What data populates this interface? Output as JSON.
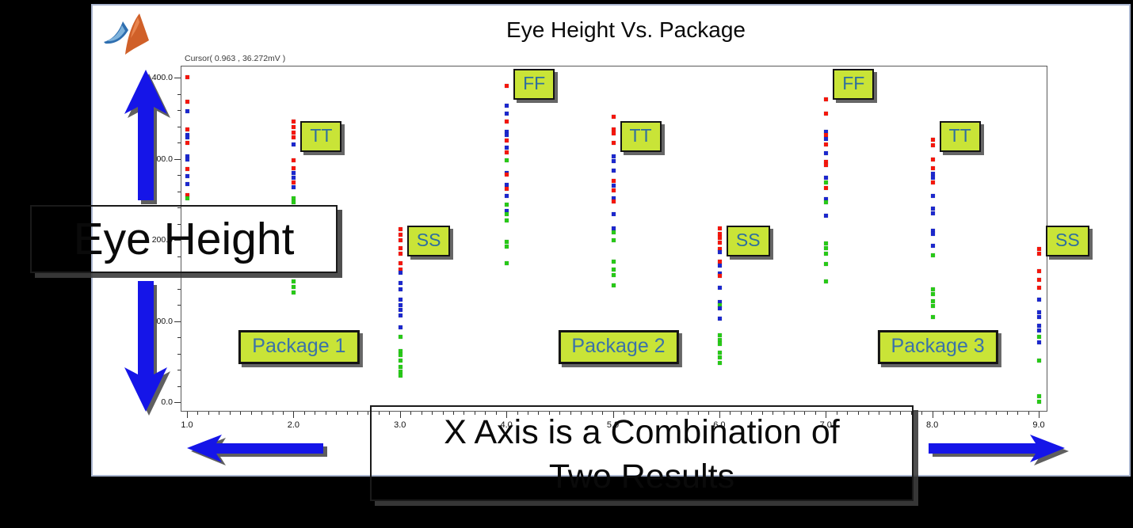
{
  "window": {
    "title": "Eye Height Vs. Package"
  },
  "plot": {
    "cursor_readout": "Cursor( 0.963 , 36.272mV )",
    "y_tick_values": [
      400,
      300,
      200,
      100,
      0
    ],
    "y_tick_labels": [
      "400.0",
      "300.0",
      "200.0",
      "100.0",
      "0.0"
    ],
    "x_tick_values": [
      1,
      2,
      3,
      4,
      5,
      6,
      7,
      8,
      9
    ],
    "x_tick_labels": [
      "1.0",
      "2.0",
      "3.0",
      "4.0",
      "5.0",
      "6.0",
      "7.0",
      "8.0",
      "9.0"
    ]
  },
  "annotations": {
    "eye_height": "Eye Height",
    "x_axis_note_line1": "X Axis is a Combination of",
    "x_axis_note_line2": "Two Results",
    "corner_labels": [
      {
        "col": 2,
        "label": "TT"
      },
      {
        "col": 3,
        "label": "SS"
      },
      {
        "col": 4,
        "label": "FF"
      },
      {
        "col": 5,
        "label": "TT"
      },
      {
        "col": 6,
        "label": "SS"
      },
      {
        "col": 7,
        "label": "FF"
      },
      {
        "col": 8,
        "label": "TT"
      },
      {
        "col": 9,
        "label": "SS"
      }
    ],
    "package_labels": [
      {
        "col": 2,
        "label": "Package 1"
      },
      {
        "col": 5,
        "label": "Package 2"
      },
      {
        "col": 8,
        "label": "Package 3"
      }
    ]
  },
  "colors": {
    "background": "#000000",
    "window_border": "#aab6cf",
    "arrow_blue": "#1515e8",
    "arrow_shadow": "#5f5f5f",
    "callout_fill": "#a5aa6e",
    "label_fill": "#c9e437",
    "label_text": "#2e6f9e",
    "dot_red": "#f3170d",
    "dot_blue": "#1c28cc",
    "dot_green": "#28c818"
  },
  "chart_data": {
    "type": "scatter",
    "title": "Eye Height Vs. Package",
    "xlabel": "",
    "ylabel": "",
    "y_unit": "mV",
    "xlim": [
      0.94,
      9.08
    ],
    "ylim": [
      -12,
      415
    ],
    "x_ticks": [
      1,
      2,
      3,
      4,
      5,
      6,
      7,
      8,
      9
    ],
    "y_ticks": [
      0,
      100,
      200,
      300,
      400
    ],
    "grid": false,
    "legend": "none",
    "series_colors": [
      "red",
      "blue",
      "green"
    ],
    "columns": [
      {
        "x": 1,
        "package": "Package 1",
        "corner": "",
        "points": [
          [
            401,
            "red"
          ],
          [
            371,
            "red"
          ],
          [
            359,
            "blue"
          ],
          [
            337,
            "red"
          ],
          [
            330,
            "blue"
          ],
          [
            327,
            "blue"
          ],
          [
            320,
            "red"
          ],
          [
            303,
            "blue"
          ],
          [
            300,
            "blue"
          ],
          [
            288,
            "red"
          ],
          [
            279,
            "blue"
          ],
          [
            269,
            "blue"
          ],
          [
            256,
            "red"
          ],
          [
            252,
            "green"
          ]
        ]
      },
      {
        "x": 2,
        "package": "Package 1",
        "corner": "TT",
        "points": [
          [
            346,
            "red"
          ],
          [
            340,
            "red"
          ],
          [
            333,
            "red"
          ],
          [
            327,
            "red"
          ],
          [
            318,
            "blue"
          ],
          [
            299,
            "red"
          ],
          [
            289,
            "red"
          ],
          [
            283,
            "blue"
          ],
          [
            277,
            "blue"
          ],
          [
            271,
            "red"
          ],
          [
            265,
            "blue"
          ],
          [
            252,
            "green"
          ],
          [
            247,
            "green"
          ],
          [
            149,
            "green"
          ],
          [
            142,
            "green"
          ],
          [
            136,
            "green"
          ]
        ]
      },
      {
        "x": 3,
        "package": "Package 1",
        "corner": "SS",
        "points": [
          [
            214,
            "red"
          ],
          [
            207,
            "red"
          ],
          [
            200,
            "red"
          ],
          [
            190,
            "red"
          ],
          [
            183,
            "red"
          ],
          [
            172,
            "red"
          ],
          [
            164,
            "red"
          ],
          [
            160,
            "blue"
          ],
          [
            147,
            "blue"
          ],
          [
            140,
            "blue"
          ],
          [
            127,
            "blue"
          ],
          [
            120,
            "blue"
          ],
          [
            114,
            "blue"
          ],
          [
            107,
            "blue"
          ],
          [
            93,
            "blue"
          ],
          [
            81,
            "green"
          ],
          [
            63,
            "green"
          ],
          [
            59,
            "green"
          ],
          [
            52,
            "green"
          ],
          [
            44,
            "green"
          ],
          [
            38,
            "green"
          ],
          [
            33,
            "green"
          ]
        ]
      },
      {
        "x": 4,
        "package": "Package 2",
        "corner": "FF",
        "points": [
          [
            390,
            "red"
          ],
          [
            366,
            "blue"
          ],
          [
            356,
            "blue"
          ],
          [
            346,
            "red"
          ],
          [
            334,
            "blue"
          ],
          [
            330,
            "blue"
          ],
          [
            323,
            "red"
          ],
          [
            314,
            "blue"
          ],
          [
            308,
            "red"
          ],
          [
            299,
            "green"
          ],
          [
            283,
            "blue"
          ],
          [
            281,
            "red"
          ],
          [
            268,
            "blue"
          ],
          [
            263,
            "red"
          ],
          [
            255,
            "blue"
          ],
          [
            244,
            "green"
          ],
          [
            236,
            "blue"
          ],
          [
            232,
            "green"
          ],
          [
            224,
            "green"
          ],
          [
            198,
            "green"
          ],
          [
            192,
            "green"
          ],
          [
            172,
            "green"
          ]
        ]
      },
      {
        "x": 5,
        "package": "Package 2",
        "corner": "TT",
        "points": [
          [
            352,
            "red"
          ],
          [
            337,
            "red"
          ],
          [
            332,
            "red"
          ],
          [
            320,
            "red"
          ],
          [
            303,
            "blue"
          ],
          [
            298,
            "blue"
          ],
          [
            286,
            "blue"
          ],
          [
            273,
            "red"
          ],
          [
            267,
            "blue"
          ],
          [
            261,
            "red"
          ],
          [
            252,
            "blue"
          ],
          [
            248,
            "red"
          ],
          [
            232,
            "blue"
          ],
          [
            215,
            "blue"
          ],
          [
            210,
            "green"
          ],
          [
            200,
            "green"
          ],
          [
            174,
            "green"
          ],
          [
            164,
            "green"
          ],
          [
            157,
            "green"
          ],
          [
            144,
            "green"
          ]
        ]
      },
      {
        "x": 6,
        "package": "Package 2",
        "corner": "SS",
        "points": [
          [
            215,
            "red"
          ],
          [
            208,
            "red"
          ],
          [
            203,
            "red"
          ],
          [
            197,
            "red"
          ],
          [
            189,
            "red"
          ],
          [
            185,
            "blue"
          ],
          [
            174,
            "red"
          ],
          [
            169,
            "blue"
          ],
          [
            159,
            "blue"
          ],
          [
            156,
            "red"
          ],
          [
            141,
            "blue"
          ],
          [
            124,
            "blue"
          ],
          [
            120,
            "green"
          ],
          [
            116,
            "blue"
          ],
          [
            103,
            "blue"
          ],
          [
            83,
            "green"
          ],
          [
            77,
            "green"
          ],
          [
            72,
            "green"
          ],
          [
            61,
            "green"
          ],
          [
            56,
            "green"
          ],
          [
            49,
            "green"
          ]
        ]
      },
      {
        "x": 7,
        "package": "Package 3",
        "corner": "FF",
        "points": [
          [
            374,
            "red"
          ],
          [
            356,
            "red"
          ],
          [
            334,
            "blue"
          ],
          [
            330,
            "red"
          ],
          [
            325,
            "blue"
          ],
          [
            318,
            "red"
          ],
          [
            307,
            "blue"
          ],
          [
            297,
            "red"
          ],
          [
            293,
            "red"
          ],
          [
            277,
            "blue"
          ],
          [
            271,
            "green"
          ],
          [
            264,
            "red"
          ],
          [
            251,
            "blue"
          ],
          [
            247,
            "green"
          ],
          [
            230,
            "blue"
          ],
          [
            196,
            "green"
          ],
          [
            190,
            "green"
          ],
          [
            183,
            "green"
          ],
          [
            171,
            "green"
          ],
          [
            149,
            "green"
          ]
        ]
      },
      {
        "x": 8,
        "package": "Package 3",
        "corner": "TT",
        "points": [
          [
            324,
            "red"
          ],
          [
            317,
            "red"
          ],
          [
            300,
            "red"
          ],
          [
            289,
            "red"
          ],
          [
            282,
            "blue"
          ],
          [
            277,
            "blue"
          ],
          [
            271,
            "red"
          ],
          [
            255,
            "blue"
          ],
          [
            239,
            "blue"
          ],
          [
            233,
            "blue"
          ],
          [
            212,
            "blue"
          ],
          [
            208,
            "blue"
          ],
          [
            193,
            "blue"
          ],
          [
            181,
            "green"
          ],
          [
            140,
            "green"
          ],
          [
            134,
            "green"
          ],
          [
            125,
            "green"
          ],
          [
            119,
            "green"
          ],
          [
            105,
            "green"
          ]
        ]
      },
      {
        "x": 9,
        "package": "Package 3",
        "corner": "SS",
        "points": [
          [
            189,
            "red"
          ],
          [
            183,
            "red"
          ],
          [
            162,
            "red"
          ],
          [
            151,
            "red"
          ],
          [
            141,
            "red"
          ],
          [
            127,
            "blue"
          ],
          [
            111,
            "blue"
          ],
          [
            105,
            "blue"
          ],
          [
            95,
            "blue"
          ],
          [
            89,
            "blue"
          ],
          [
            81,
            "green"
          ],
          [
            74,
            "blue"
          ],
          [
            52,
            "green"
          ],
          [
            8,
            "green"
          ],
          [
            1,
            "green"
          ]
        ]
      }
    ]
  }
}
